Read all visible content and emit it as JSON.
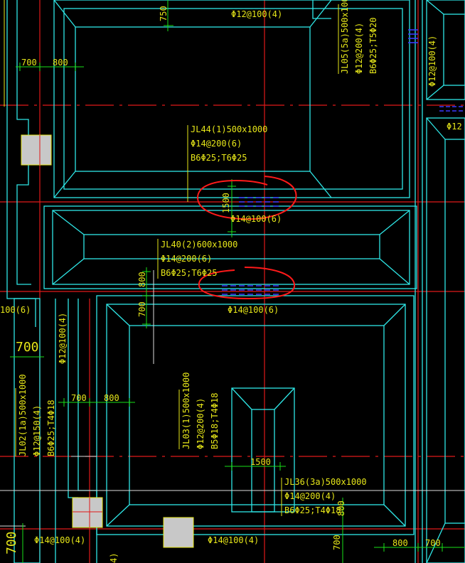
{
  "colors": {
    "background": "#000000",
    "cyan": "#2ee6e6",
    "green": "#19e019",
    "red": "#e01919",
    "yellow": "#e6e619",
    "blue": "#3b3bff",
    "white": "#dddddd",
    "gray": "#c8c8c8",
    "markup": "#ff1a1a"
  },
  "labels": {
    "top_dim_750": "750",
    "top_stirrup": "Φ12@100(4)",
    "jl05_name": "JL05(5a)500x1000",
    "jl05_stirrup": "Φ12@200(4)",
    "jl05_bars": "B6Φ25;T5Φ20",
    "right_col_stirrup": "Φ12@100(4)",
    "right_edge_text": "Φ12",
    "dim_700_a": "700",
    "dim_800_a": "800",
    "jl44_name": "JL44(1)500x1000",
    "jl44_stirrup": "Φ14@200(6)",
    "jl44_bars": "B6Φ25;T6Φ25",
    "dim_1500_a": "1500",
    "stirrup_mid_1": "Φ14@100(6)",
    "jl40_name": "JL40(2)600x1000",
    "jl40_stirrup": "Φ14@200(6)",
    "jl40_bars": "B6Φ25;T6Φ25",
    "dim_800_b": "800",
    "dim_700_b": "700",
    "stirrup_mid_2": "Φ14@100(6)",
    "left_cut_text": "100(6)",
    "left_stirrup_v": "Φ12@100(4)",
    "dim_700_big": "700",
    "jl02_name": "JL02(1a)500x1000",
    "jl02_stirrup": "Φ12@150(4)",
    "jl02_bars": "B6Φ25;T4Φ18",
    "dim_700_c": "700",
    "dim_800_c": "800",
    "jl03_name": "JL03(1)500x1000",
    "jl03_stirrup": "Φ12@200(4)",
    "jl03_bars": "B5Φ18;T4Φ18",
    "dim_1500_b": "1500",
    "jl36_name": "JL36(3a)500x1000",
    "jl36_stirrup": "Φ14@200(4)",
    "jl36_bars": "B6Φ25;T4Φ18",
    "dim_800_d": "800",
    "bottom_stirrup_1": "Φ14@100(4)",
    "bottom_stirrup_2": "Φ14@100(4)",
    "bottom_dim_700_big": "700",
    "bottom_dim_700": "700",
    "bottom_dim_800": "800",
    "bottom_dim_700_r": "700",
    "bottom_frag": "4)"
  }
}
